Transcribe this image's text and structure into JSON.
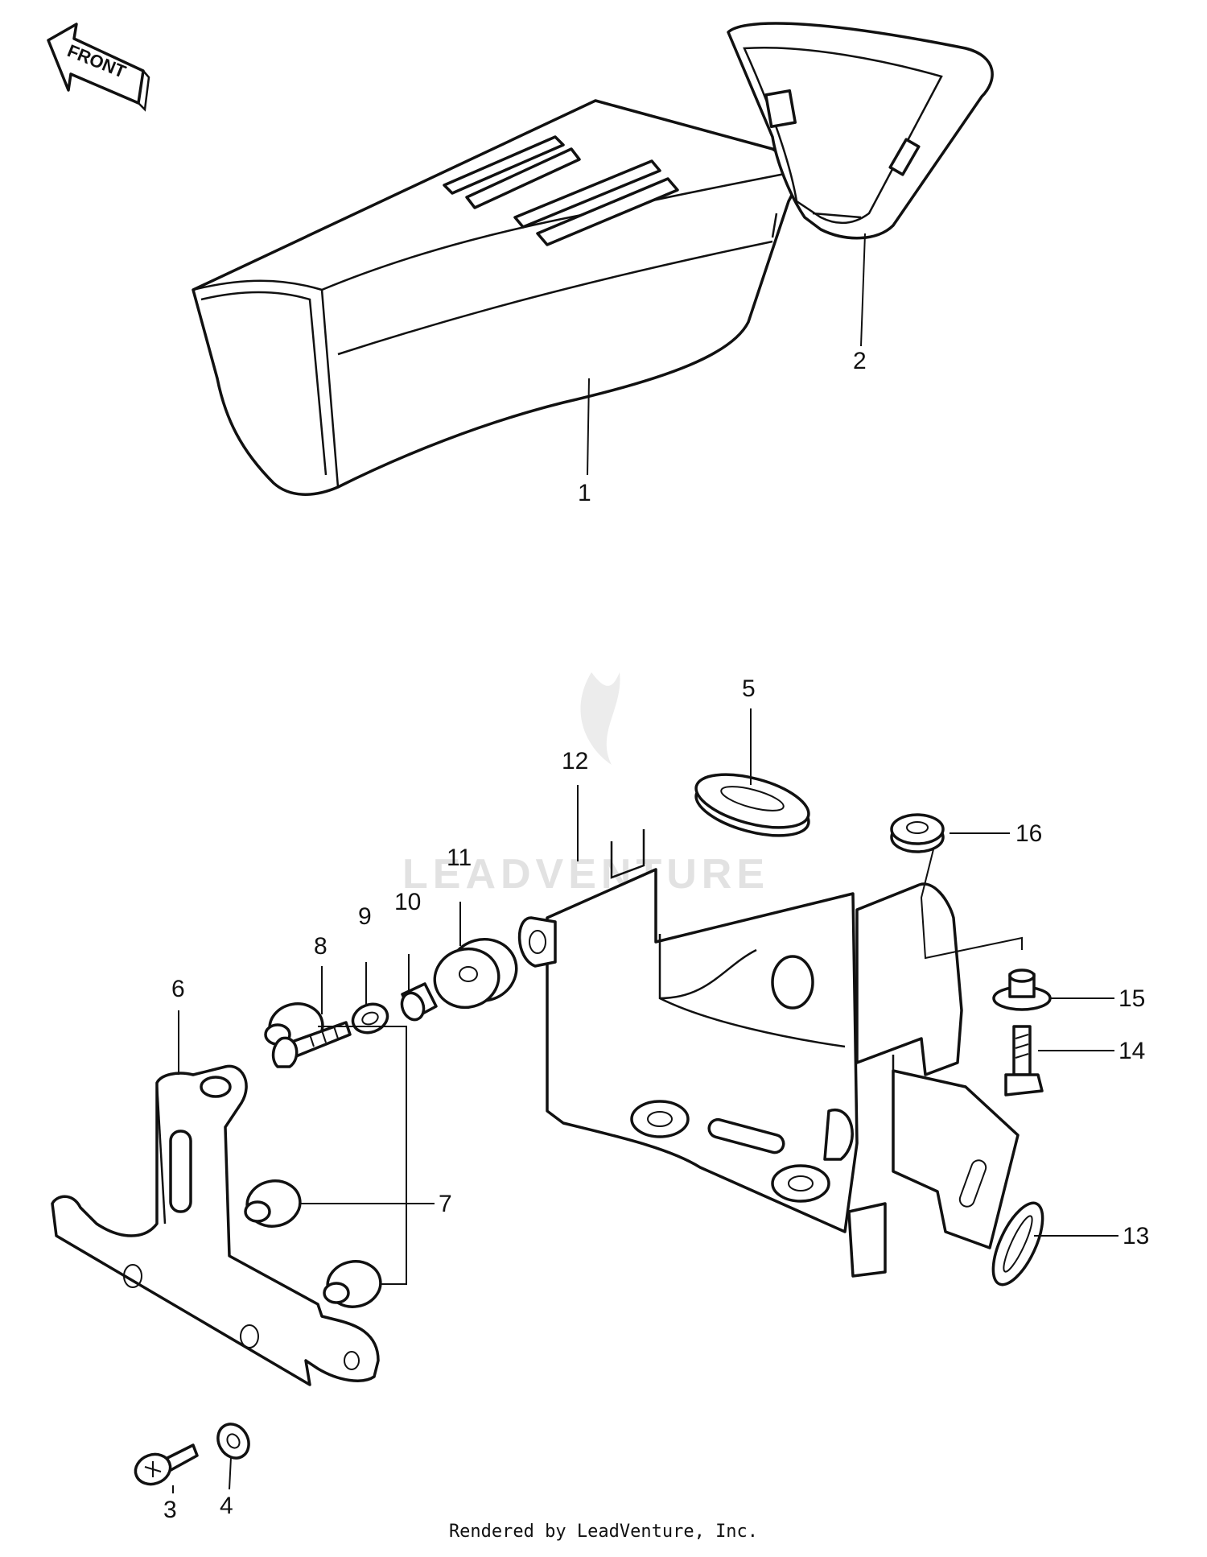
{
  "direction_label": "FRONT",
  "watermark": "LEADVENTURE",
  "footer": "Rendered by LeadVenture, Inc.",
  "callouts": [
    {
      "id": "1",
      "text": "1"
    },
    {
      "id": "2",
      "text": "2"
    },
    {
      "id": "3",
      "text": "3"
    },
    {
      "id": "4",
      "text": "4"
    },
    {
      "id": "5",
      "text": "5"
    },
    {
      "id": "6",
      "text": "6"
    },
    {
      "id": "7",
      "text": "7"
    },
    {
      "id": "8",
      "text": "8"
    },
    {
      "id": "9",
      "text": "9"
    },
    {
      "id": "10",
      "text": "10"
    },
    {
      "id": "11",
      "text": "11"
    },
    {
      "id": "12",
      "text": "12"
    },
    {
      "id": "13",
      "text": "13"
    },
    {
      "id": "14",
      "text": "14"
    },
    {
      "id": "15",
      "text": "15"
    },
    {
      "id": "16",
      "text": "16"
    }
  ]
}
